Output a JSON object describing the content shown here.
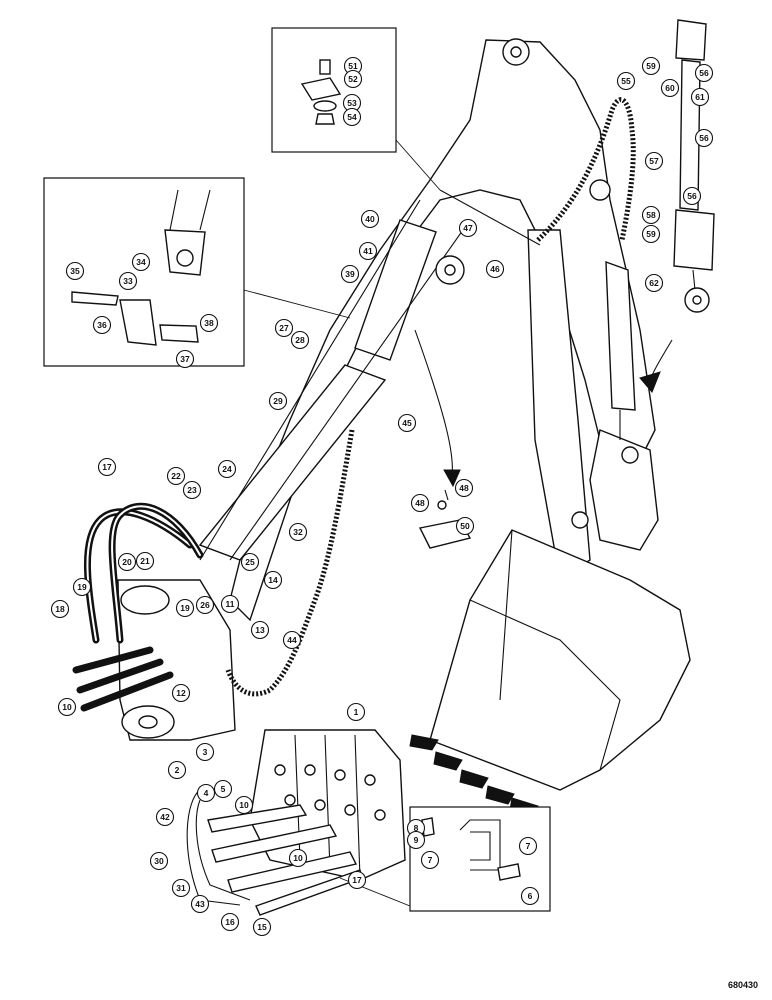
{
  "document_number": "680430",
  "callouts": {
    "c1": "1",
    "c2": "2",
    "c3": "3",
    "c4": "4",
    "c5": "5",
    "c6": "6",
    "c7a": "7",
    "c7b": "7",
    "c8": "8",
    "c9": "9",
    "c10a": "10",
    "c10b": "10",
    "c10c": "10",
    "c11": "11",
    "c12": "12",
    "c13": "13",
    "c14": "14",
    "c15": "15",
    "c16": "16",
    "c17a": "17",
    "c17b": "17",
    "c18": "18",
    "c19a": "19",
    "c19b": "19",
    "c20": "20",
    "c21": "21",
    "c22": "22",
    "c23": "23",
    "c24": "24",
    "c25": "25",
    "c26": "26",
    "c27": "27",
    "c28": "28",
    "c29": "29",
    "c30": "30",
    "c31": "31",
    "c32": "32",
    "c33": "33",
    "c34": "34",
    "c35": "35",
    "c36": "36",
    "c37": "37",
    "c38": "38",
    "c39": "39",
    "c40": "40",
    "c41": "41",
    "c42": "42",
    "c43": "43",
    "c44": "44",
    "c45": "45",
    "c46": "46",
    "c47": "47",
    "c48a": "48",
    "c48b": "48",
    "c50": "50",
    "c51": "51",
    "c52": "52",
    "c53": "53",
    "c54": "54",
    "c55": "55",
    "c56a": "56",
    "c56b": "56",
    "c56c": "56",
    "c57": "57",
    "c58": "58",
    "c59a": "59",
    "c59b": "59",
    "c60": "60",
    "c61": "61",
    "c62": "62"
  }
}
